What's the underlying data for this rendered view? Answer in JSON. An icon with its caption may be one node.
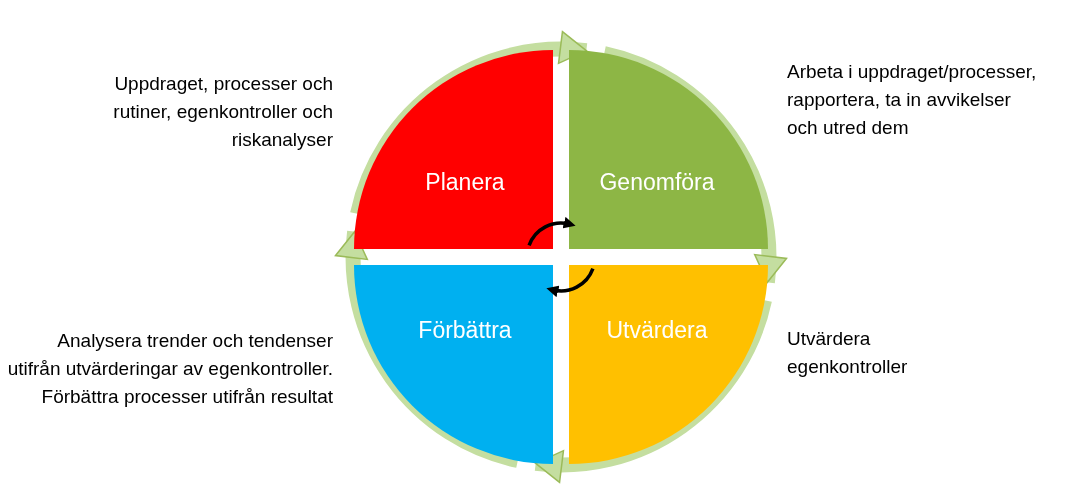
{
  "diagram": {
    "nodes": [
      {
        "text": [
          "Planera"
        ],
        "beside": [
          "Uppdraget, processer och rutiner, egenkontroller och riskanalyser"
        ]
      },
      {
        "text": [
          "Genomföra"
        ],
        "beside": [
          "Arbeta i uppdraget/processer, rapportera, ta in avvikelser och utred dem"
        ]
      },
      {
        "text": [
          "Utvärdera"
        ],
        "beside": [
          "Utvärdera egenkontroller"
        ]
      },
      {
        "text": [
          "Förbättra"
        ],
        "beside": [
          "Analysera trender och tendenser utifrån utvärderingar av egenkontroller. Förbättra processer utifrån resultat"
        ]
      }
    ],
    "edges": [
      {
        "from": 0,
        "to": 1,
        "arrow": "to"
      },
      {
        "from": 1,
        "to": 2,
        "arrow": "to"
      },
      {
        "from": 2,
        "to": 3,
        "arrow": "to"
      },
      {
        "from": 3,
        "to": 0,
        "arrow": "to"
      }
    ]
  }
}
